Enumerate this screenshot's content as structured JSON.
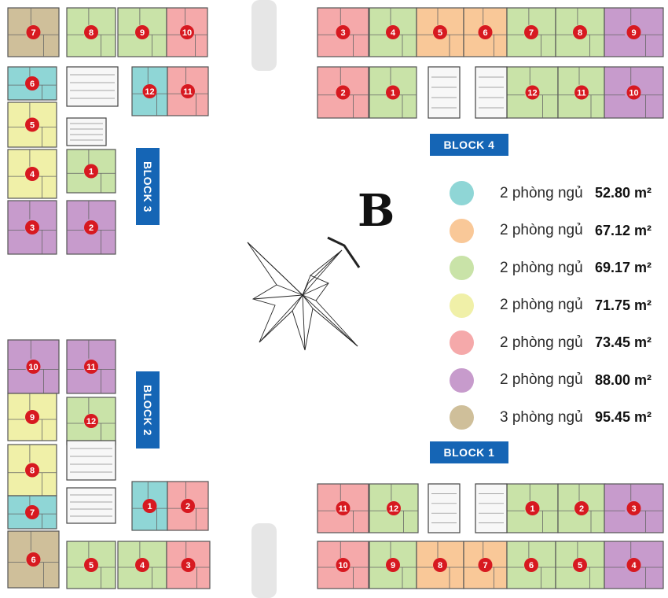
{
  "letter": "B",
  "blocks": {
    "block1": "BLOCK 1",
    "block2": "BLOCK 2",
    "block3": "BLOCK 3",
    "block4": "BLOCK 4"
  },
  "legend": [
    {
      "type": "2 phòng ngủ",
      "area": "52.80 m²",
      "color": "#8fd6d6"
    },
    {
      "type": "2 phòng ngủ",
      "area": "67.12 m²",
      "color": "#f9c898"
    },
    {
      "type": "2 phòng ngủ",
      "area": "69.17 m²",
      "color": "#c9e3a8"
    },
    {
      "type": "2 phòng ngủ",
      "area": "71.75 m²",
      "color": "#f0f0a8"
    },
    {
      "type": "2 phòng ngủ",
      "area": "73.45 m²",
      "color": "#f5a9aa"
    },
    {
      "type": "2 phòng ngủ",
      "area": "88.00 m²",
      "color": "#c79bcc"
    },
    {
      "type": "3 phòng ngủ",
      "area": "95.45 m²",
      "color": "#cfbf9a"
    }
  ],
  "units": [
    {
      "label": "7",
      "color": "#cfbf9a"
    },
    {
      "label": "8",
      "color": "#c9e3a8"
    },
    {
      "label": "9",
      "color": "#c9e3a8"
    },
    {
      "label": "10",
      "color": "#f5a9aa"
    },
    {
      "label": "6",
      "color": "#8fd6d6"
    },
    {
      "label": "12",
      "color": "#8fd6d6"
    },
    {
      "label": "11",
      "color": "#f5a9aa"
    },
    {
      "label": "5",
      "color": "#f0f0a8"
    },
    {
      "label": "1",
      "color": "#c9e3a8"
    },
    {
      "label": "4",
      "color": "#f0f0a8"
    },
    {
      "label": "3",
      "color": "#c79bcc"
    },
    {
      "label": "2",
      "color": "#c79bcc"
    },
    {
      "label": "3",
      "color": "#f5a9aa"
    },
    {
      "label": "4",
      "color": "#c9e3a8"
    },
    {
      "label": "5",
      "color": "#f9c898"
    },
    {
      "label": "6",
      "color": "#f9c898"
    },
    {
      "label": "7",
      "color": "#c9e3a8"
    },
    {
      "label": "8",
      "color": "#c9e3a8"
    },
    {
      "label": "9",
      "color": "#c79bcc"
    },
    {
      "label": "2",
      "color": "#f5a9aa"
    },
    {
      "label": "1",
      "color": "#c9e3a8"
    },
    {
      "label": "12",
      "color": "#c9e3a8"
    },
    {
      "label": "11",
      "color": "#c9e3a8"
    },
    {
      "label": "10",
      "color": "#c79bcc"
    },
    {
      "label": "10",
      "color": "#c79bcc"
    },
    {
      "label": "11",
      "color": "#c79bcc"
    },
    {
      "label": "9",
      "color": "#f0f0a8"
    },
    {
      "label": "12",
      "color": "#c9e3a8"
    },
    {
      "label": "8",
      "color": "#f0f0a8"
    },
    {
      "label": "7",
      "color": "#8fd6d6"
    },
    {
      "label": "1",
      "color": "#8fd6d6"
    },
    {
      "label": "2",
      "color": "#f5a9aa"
    },
    {
      "label": "6",
      "color": "#cfbf9a"
    },
    {
      "label": "5",
      "color": "#c9e3a8"
    },
    {
      "label": "4",
      "color": "#c9e3a8"
    },
    {
      "label": "3",
      "color": "#f5a9aa"
    },
    {
      "label": "11",
      "color": "#f5a9aa"
    },
    {
      "label": "12",
      "color": "#c9e3a8"
    },
    {
      "label": "1",
      "color": "#c9e3a8"
    },
    {
      "label": "2",
      "color": "#c9e3a8"
    },
    {
      "label": "3",
      "color": "#c79bcc"
    },
    {
      "label": "10",
      "color": "#f5a9aa"
    },
    {
      "label": "9",
      "color": "#c9e3a8"
    },
    {
      "label": "8",
      "color": "#f9c898"
    },
    {
      "label": "7",
      "color": "#f9c898"
    },
    {
      "label": "6",
      "color": "#c9e3a8"
    },
    {
      "label": "5",
      "color": "#c9e3a8"
    },
    {
      "label": "4",
      "color": "#c79bcc"
    }
  ]
}
